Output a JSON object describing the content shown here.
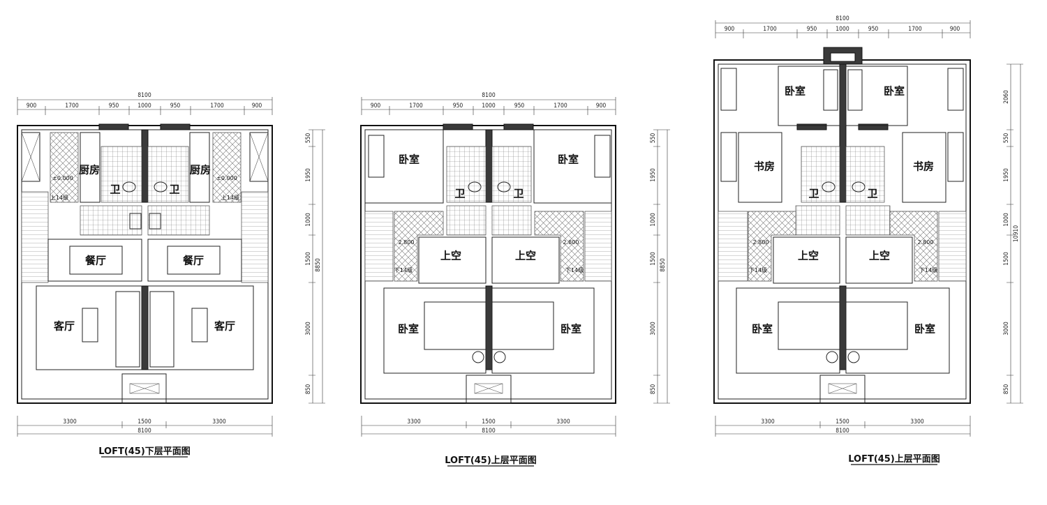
{
  "plans": [
    {
      "title": "LOFT(45)下层平面图",
      "rooms": {
        "kitchen_l": "厨房",
        "kitchen_r": "厨房",
        "bath_l": "卫",
        "bath_r": "卫",
        "dining_l": "餐厅",
        "dining_r": "餐厅",
        "living_l": "客厅",
        "living_r": "客厅"
      },
      "notes": {
        "level_l": "±0.000",
        "level_r": "±0.000",
        "stair_l": "上14级",
        "stair_r": "上14级"
      },
      "dims": {
        "top_total": "8100",
        "top": [
          "900",
          "1700",
          "950",
          "1000",
          "950",
          "1700",
          "900"
        ],
        "bottom": [
          "3300",
          "1500",
          "3300"
        ],
        "bottom_total": "8100",
        "side": [
          "550",
          "1950",
          "1000",
          "1500",
          "3000",
          "850"
        ],
        "side_total": "8850"
      }
    },
    {
      "title": "LOFT(45)上层平面图",
      "rooms": {
        "bed_tl": "卧室",
        "bed_tr": "卧室",
        "bath_l": "卫",
        "bath_r": "卫",
        "void_l": "上空",
        "void_r": "上空",
        "bed_bl": "卧室",
        "bed_br": "卧室"
      },
      "notes": {
        "level_l": "2.800",
        "level_r": "2.800",
        "stair_l": "下14级",
        "stair_r": "下14级"
      },
      "dims": {
        "top_total": "8100",
        "top": [
          "900",
          "1700",
          "950",
          "1000",
          "950",
          "1700",
          "900"
        ],
        "bottom": [
          "3300",
          "1500",
          "3300"
        ],
        "bottom_total": "8100",
        "side": [
          "550",
          "1950",
          "1000",
          "1500",
          "3000",
          "850"
        ],
        "side_total": "8850"
      }
    },
    {
      "title": "LOFT(45)上层平面图",
      "rooms": {
        "bed_tl": "卧室",
        "bed_tr": "卧室",
        "study_l": "书房",
        "study_r": "书房",
        "bath_l": "卫",
        "bath_r": "卫",
        "void_l": "上空",
        "void_r": "上空",
        "bed_bl": "卧室",
        "bed_br": "卧室"
      },
      "notes": {
        "level_l": "2.800",
        "level_r": "2.800",
        "stair_l": "下14级",
        "stair_r": "下14级"
      },
      "dims": {
        "top_total": "8100",
        "top": [
          "900",
          "1700",
          "950",
          "1000",
          "950",
          "1700",
          "900"
        ],
        "bottom": [
          "3300",
          "1500",
          "3300"
        ],
        "bottom_total": "8100",
        "side": [
          "2060",
          "550",
          "1950",
          "1000",
          "1500",
          "3000",
          "850"
        ],
        "side_total": "10910"
      }
    }
  ]
}
